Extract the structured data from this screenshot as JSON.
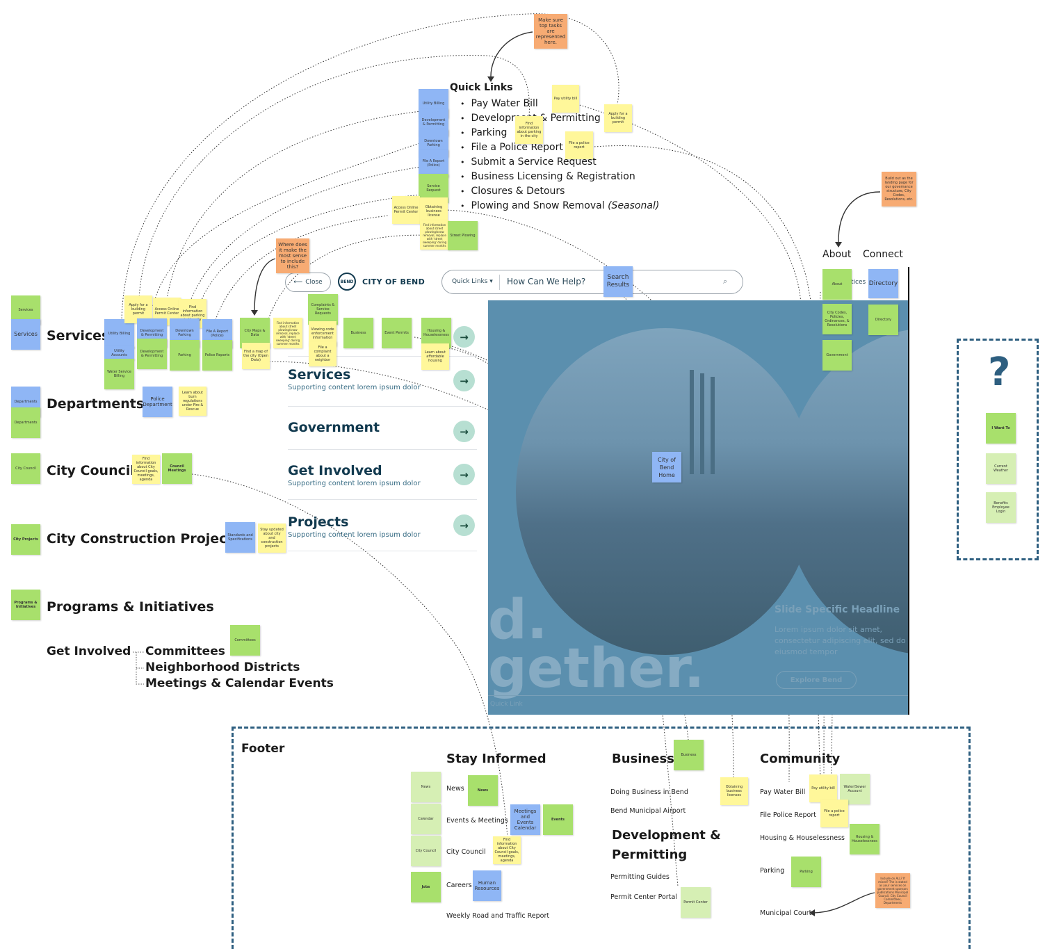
{
  "quick_links": {
    "title": "Quick Links",
    "items": [
      "Pay Water Bill",
      "Development & Permitting",
      "Parking",
      "File a Police Report",
      "Submit a Service Request",
      "Business Licensing & Registration",
      "Closures & Detours",
      "Plowing and Snow Removal"
    ],
    "seasonal_note": "(Seasonal)"
  },
  "header": {
    "close_label": "Close",
    "logo_text": "CITY OF BEND",
    "logo_mark": "BEND",
    "quick_links_dropdown": "Quick Links",
    "search_placeholder": "How Can We Help?",
    "about_label": "About",
    "connect_label": "Connect",
    "directory_label": "Directory",
    "notices_fragment": "tices"
  },
  "menu": {
    "items": [
      {
        "title": "Services",
        "subtitle": "Supporting content lorem ipsum dolor"
      },
      {
        "title": "Government",
        "subtitle": ""
      },
      {
        "title": "Get Involved",
        "subtitle": "Supporting content lorem ipsum dolor"
      },
      {
        "title": "Projects",
        "subtitle": "Supporting content lorem ipsum dolor"
      }
    ]
  },
  "hero": {
    "big_text_1": "d.",
    "big_text_2": "gether.",
    "slide_headline": "Slide Specific Headline",
    "slide_body": "Lorem ipsum dolor sit amet, consectetur adipiscing elit, sed do eiusmod tempor",
    "explore_button": "Explore Bend",
    "quick_link_footer": "Quick Link",
    "center_sticky": "City of Bend Home"
  },
  "left_labels": {
    "services": "Services",
    "departments": "Departments",
    "city_council": "City Council",
    "construction": "City Construction Projects",
    "programs": "Programs & Initiatives",
    "get_involved": "Get Involved",
    "committees": "Committees",
    "neighborhood": "Neighborhood Districts",
    "meetings": "Meetings & Calendar Events"
  },
  "question_box": {
    "mark": "?"
  },
  "footer": {
    "title": "Footer",
    "stay_informed": {
      "heading": "Stay Informed",
      "links": [
        "News",
        "Events & Meetings",
        "City Council",
        "Careers",
        "Weekly Road and Traffic Report"
      ]
    },
    "business": {
      "heading": "Business",
      "links": [
        "Doing Business in Bend",
        "Bend Municipal Airport"
      ]
    },
    "development": {
      "heading_1": "Development &",
      "heading_2": "Permitting",
      "links": [
        "Permitting Guides",
        "Permit Center Portal"
      ]
    },
    "community": {
      "heading": "Community",
      "links": [
        "Pay Water Bill",
        "File Police Report",
        "Housing & Houselessness",
        "Parking",
        "Municipal Court"
      ]
    }
  },
  "stickies": {
    "top_orange": "Make sure top tasks are represented here.",
    "governance_orange": "Build out as the landing page for our governance structure, City Codes, Resolutions, etc.",
    "where_orange": "Where does it make the most sense to include this?",
    "court_orange": "Include on ALL? If mixed? The is stated as your services on government sponsors publications Municipal Council, City Council Committees, Departments",
    "utility_billing": "Utility Billing",
    "dev_permitting": "Development & Permitting",
    "downtown_parking": "Downtown Parking",
    "file_a_report": "File A Report (Police)",
    "service_request": "Service Request",
    "pay_utility": "Pay utility bill",
    "apply_permit": "Apply for a building permit",
    "find_parking": "Find information about parking in the city",
    "file_police": "File a police report",
    "access_permit": "Access Online Permit Center",
    "obtain_license": "Obtaining business license",
    "plow_info": "Find information about street plowing/snow removal, replace with 'street sweeping' during summer months",
    "street_plowing": "Street Plowing",
    "search_results": "Search Results",
    "about_sticky": "About",
    "city_codes": "City Codes, Policies, Ordinances, & Resolutions",
    "government_sticky": "Government",
    "directory_sticky": "Directory",
    "services_sq": "Services",
    "departments_sq": "Departments",
    "city_council_sq": "City Council",
    "city_projects_sq": "City Projects",
    "programs_sq": "Programs & Initiatives",
    "committees_sq": "Committees",
    "utility_accounts": "Utility Accounts",
    "water_service": "Water Service Billing",
    "parking_sq": "Parking",
    "police_reports": "Police Reports",
    "police_department": "Police Department",
    "learn_fire": "Learn about burn regulations under Fire & Rescue",
    "council_info": "Find information about City Council goals, meetings, agenda",
    "council_meetings": "Council Meetings",
    "standards_specs": "Standards and Specifications",
    "stay_updated": "Stay updated about city and construction projects",
    "city_maps": "City Maps & Data",
    "find_map": "Find a map of the city (Open Data)",
    "complaints": "Complaints & Service Requests",
    "code_enforcement": "Viewing code enforcement information",
    "file_complaint": "File a complaint about a neighbor",
    "business_sq": "Business",
    "event_permits": "Event Permits",
    "housing_sq": "Housing & Houselessness",
    "learn_housing": "Learn about affordable housing",
    "i_want_to": "I Want To",
    "current_weather": "Current Weather",
    "benefits_login": "Benefits Employee Login",
    "news_lg": "News",
    "calendar_lg": "Calendar",
    "city_council_lg": "City Council",
    "jobs": "Jobs",
    "news_g": "News",
    "meetings_calendar": "Meetings and Events Calendar",
    "events": "Events",
    "council_goals": "Find information about City Council goals, meetings, agenda",
    "human_resources": "Human Resources",
    "business_footer": "Business",
    "obtain_license2": "Obtaining business licenses",
    "permit_center": "Permit Center",
    "pay_utility2": "Pay utility bill",
    "water_sewer": "Water/Sewer Account",
    "file_police2": "File a police report",
    "housing_footer": "Housing & Houselessness",
    "parking_footer": "Parking"
  },
  "colors": {
    "green": "#a8e06c",
    "light_green": "#d6efb4",
    "yellow": "#fff79a",
    "blue": "#8fb6f5",
    "orange": "#f7ab73",
    "dash_box": "#2e5f80",
    "hero_overlay": "#5b8fae"
  }
}
